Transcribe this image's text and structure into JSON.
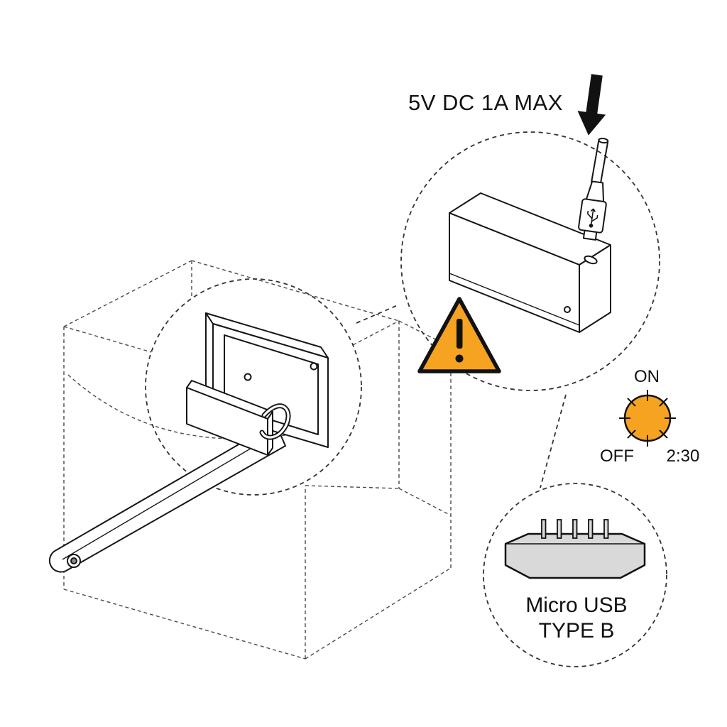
{
  "colors": {
    "accent": "#F5A321",
    "line": "#111111",
    "shell": "#D9D9D9"
  },
  "labels": {
    "power": "5V DC 1A MAX",
    "dial_on": "ON",
    "dial_off": "OFF",
    "dial_time": "2:30",
    "usb_line1": "Micro USB",
    "usb_line2": "TYPE B"
  },
  "icons": {
    "warning": "warning-triangle-exclamation",
    "insert": "down-arrow",
    "plug": "micro-usb-plug",
    "dial": "timer-knob"
  }
}
